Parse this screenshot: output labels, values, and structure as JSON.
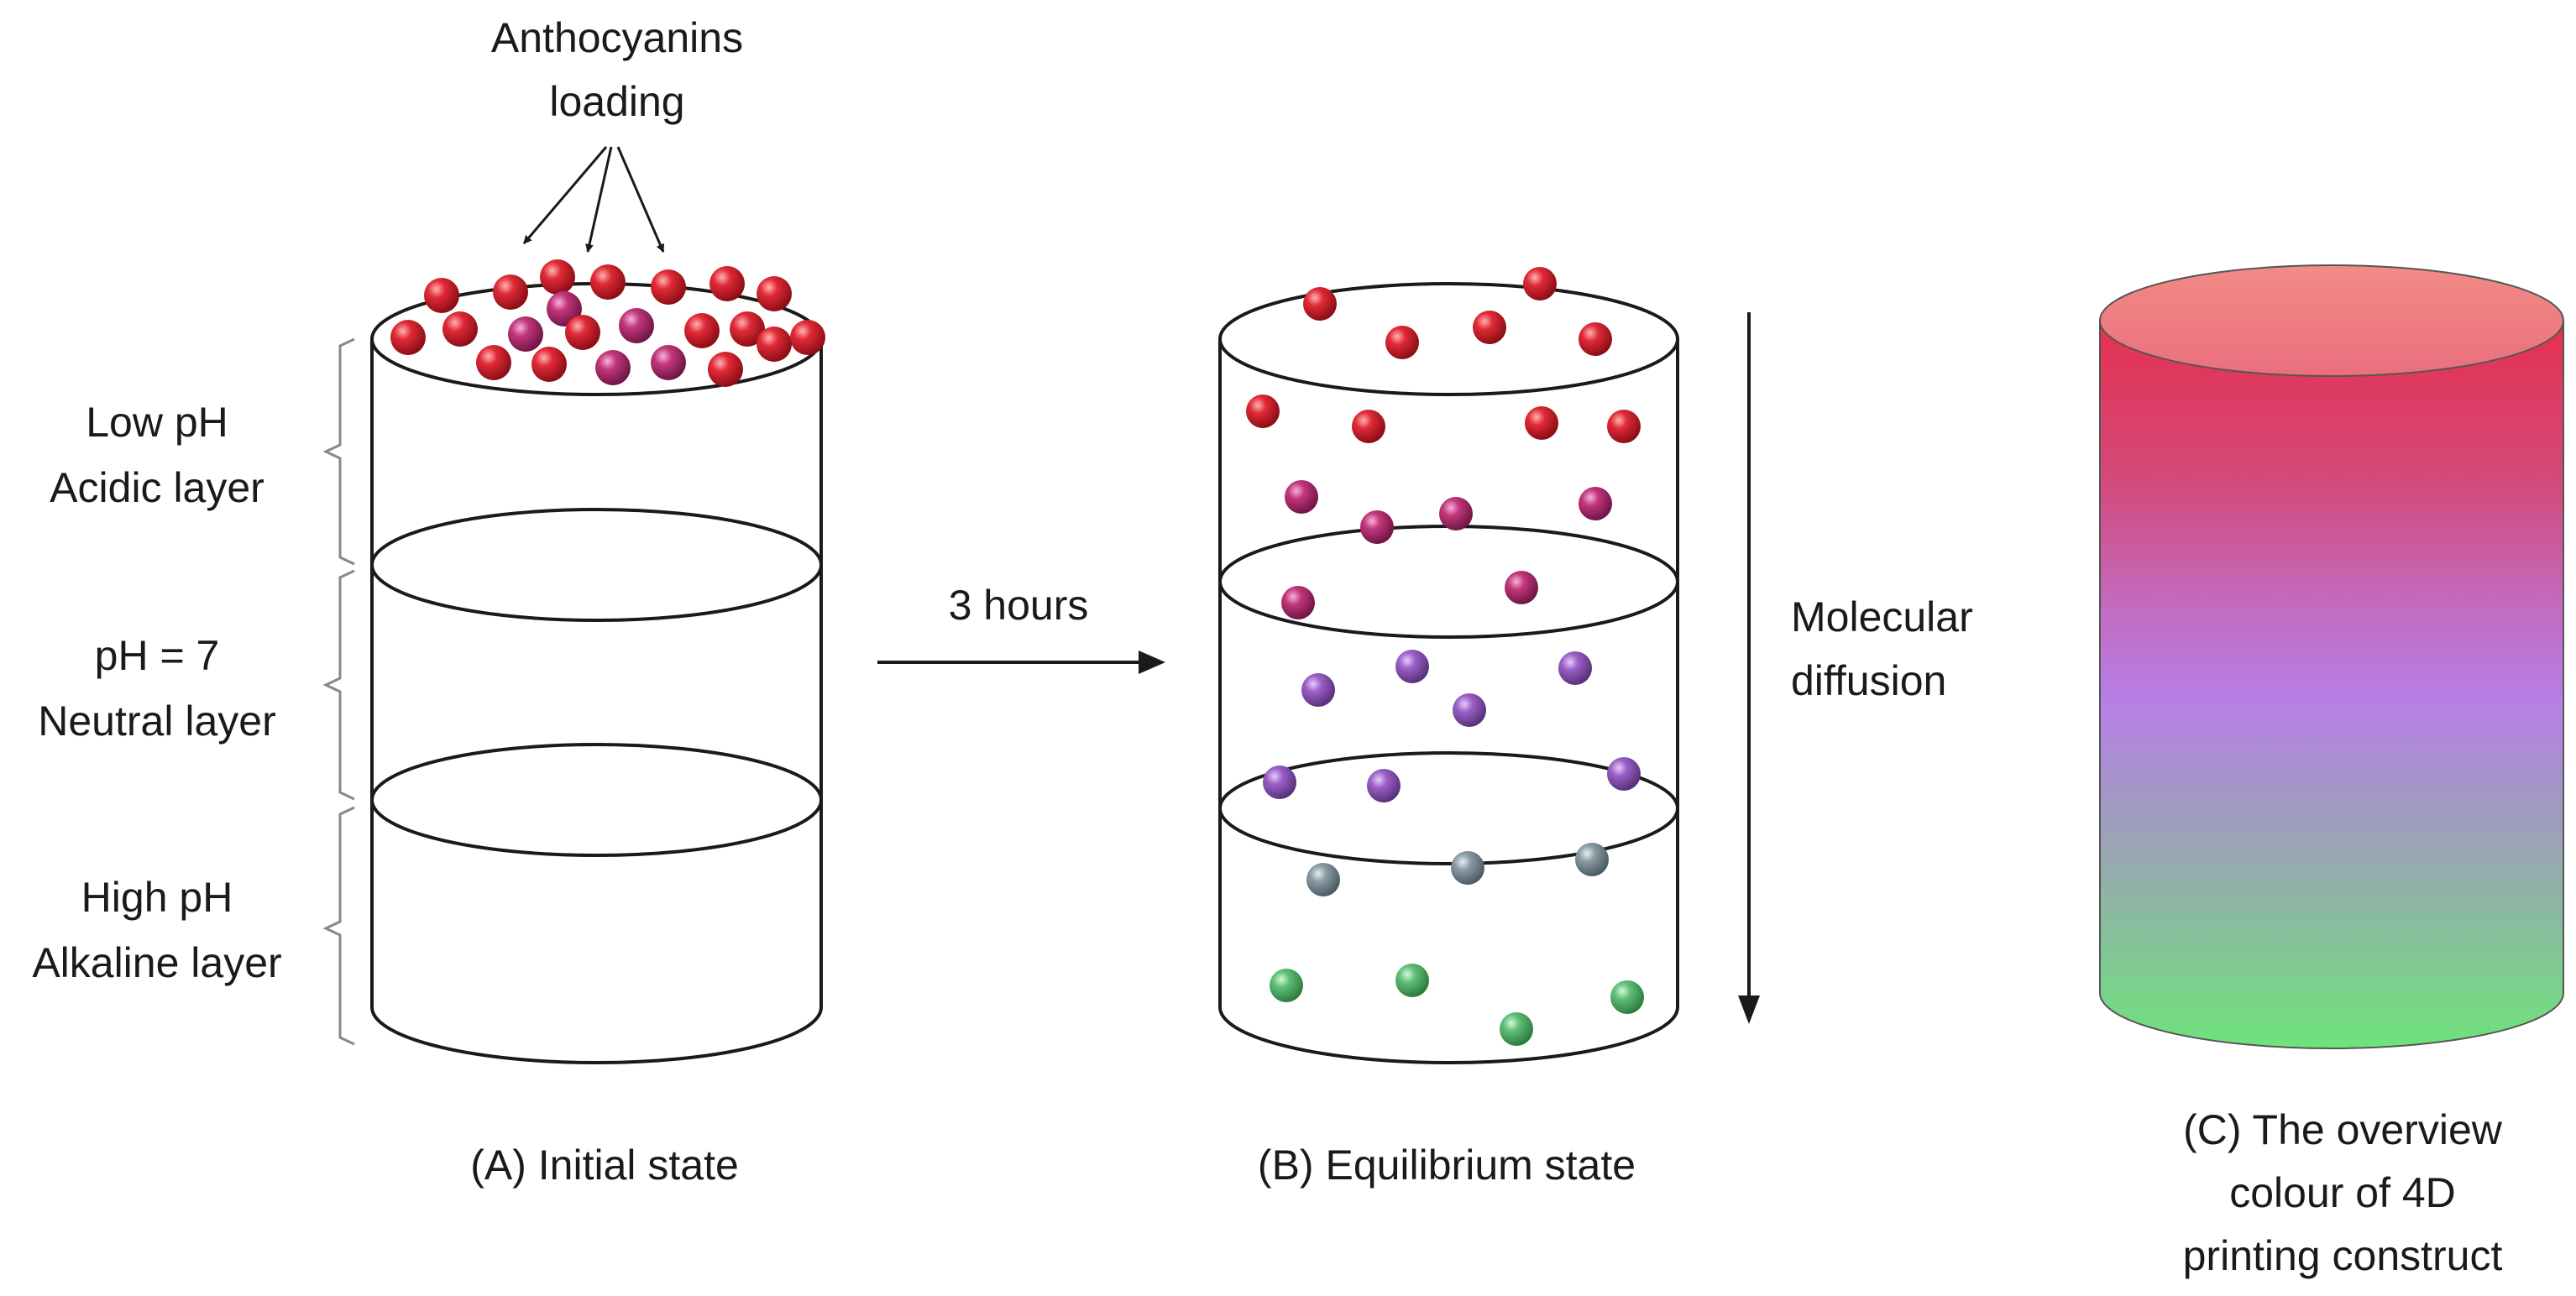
{
  "loading_label": [
    "Anthocyanins",
    "loading"
  ],
  "layers": [
    {
      "label": [
        "Low pH",
        "Acidic layer"
      ]
    },
    {
      "label": [
        "pH = 7",
        "Neutral layer"
      ]
    },
    {
      "label": [
        "High pH",
        "Alkaline layer"
      ]
    }
  ],
  "transition_label": "3 hours",
  "diffusion_label": [
    "Molecular",
    "diffusion"
  ],
  "panels": {
    "a": {
      "caption": [
        "(A) Initial state"
      ]
    },
    "b": {
      "caption": [
        "(B) Equilibrium state"
      ]
    },
    "c": {
      "caption": [
        "(C) The overview",
        "colour of 4D",
        "printing construct"
      ]
    }
  },
  "colors": {
    "acidic": "#d11f2c",
    "acidic_pink": "#c2367a",
    "neutral": "#9b5fc6",
    "transition": "#8a9ba3",
    "alkaline": "#5fbf76",
    "gradient": [
      "#f08080",
      "#e23b58",
      "#c04f9b",
      "#b77ee6",
      "#9aa4b5",
      "#6ee37a"
    ]
  }
}
